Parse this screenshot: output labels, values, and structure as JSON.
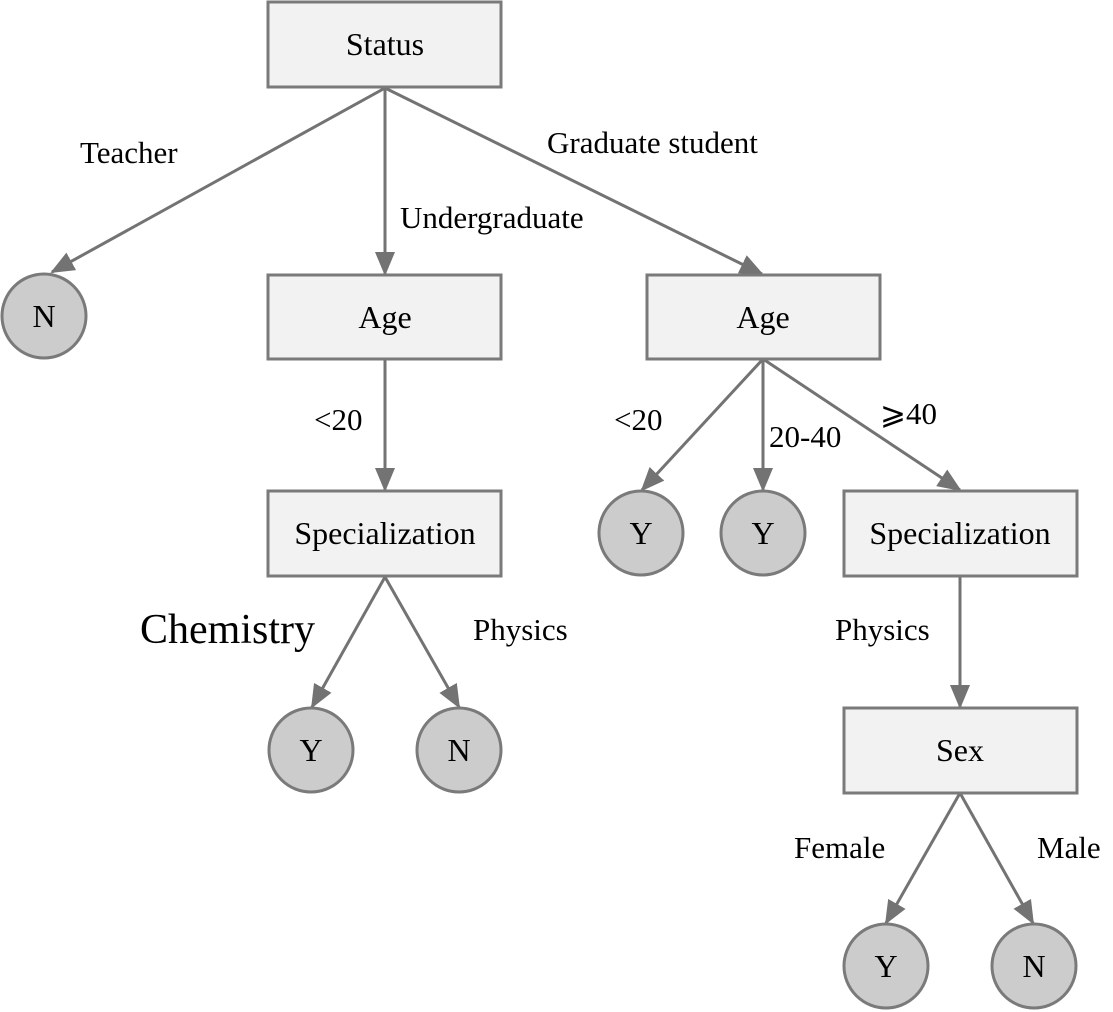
{
  "diagram": {
    "type": "decision-tree",
    "colors": {
      "box_fill": "#f2f2f2",
      "leaf_fill": "#cccccc",
      "stroke": "#737373"
    },
    "nodes": {
      "status": "Status",
      "age_undergrad": "Age",
      "age_grad": "Age",
      "spec_undergrad": "Specialization",
      "spec_grad": "Specialization",
      "sex": "Sex",
      "leaf_teacher": "N",
      "leaf_ug_chem": "Y",
      "leaf_ug_phys": "N",
      "leaf_grad_lt20": "Y",
      "leaf_grad_20_40": "Y",
      "leaf_female": "Y",
      "leaf_male": "N"
    },
    "edges": {
      "teacher": "Teacher",
      "undergraduate": "Undergraduate",
      "graduate_student": "Graduate student",
      "ug_lt20": "<20",
      "chemistry": "Chemistry",
      "ug_physics": "Physics",
      "grad_lt20": "<20",
      "grad_20_40": "20-40",
      "grad_ge40": "⩾40",
      "grad_physics": "Physics",
      "female": "Female",
      "male": "Male"
    }
  }
}
